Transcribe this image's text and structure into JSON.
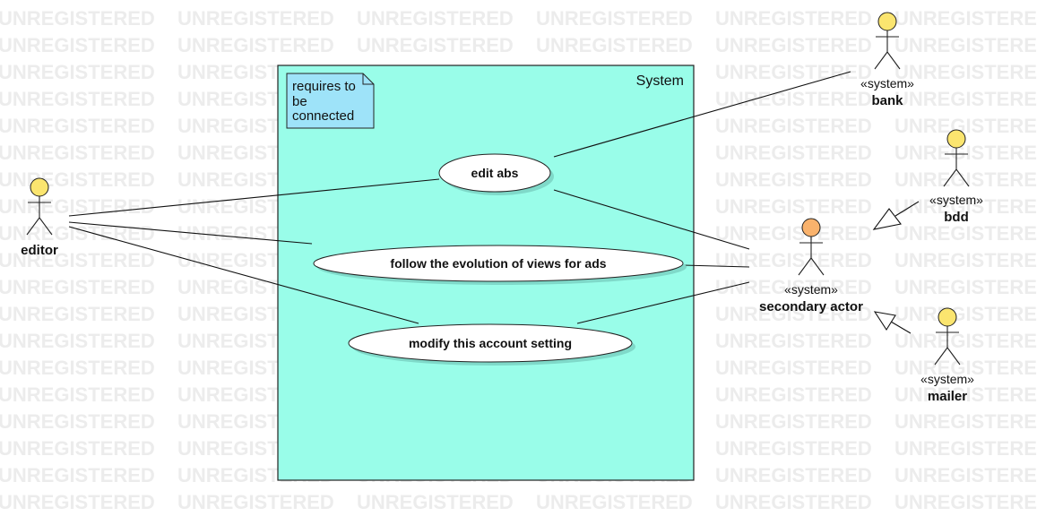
{
  "watermark": "UNREGISTERED",
  "system": {
    "title": "System"
  },
  "note": {
    "lines": [
      "requires to",
      "be",
      "connected"
    ]
  },
  "use_cases": [
    {
      "id": "edit-abs",
      "label": "edit abs"
    },
    {
      "id": "follow-evolution",
      "label": "follow the evolution of views for ads"
    },
    {
      "id": "modify-account",
      "label": "modify this account setting"
    }
  ],
  "actors": [
    {
      "id": "editor",
      "name": "editor",
      "stereotype": ""
    },
    {
      "id": "secondary-actor",
      "name": "secondary actor",
      "stereotype": "«system»"
    },
    {
      "id": "bank",
      "name": "bank",
      "stereotype": "«system»"
    },
    {
      "id": "bdd",
      "name": "bdd",
      "stereotype": "«system»"
    },
    {
      "id": "mailer",
      "name": "mailer",
      "stereotype": "«system»"
    }
  ],
  "colors": {
    "system_fill": "#99fde9",
    "note_fill": "#9ee3f9",
    "actor_head": "#fbe56f",
    "secondary_actor_head": "#f9b26c",
    "watermark": "#ececec"
  }
}
